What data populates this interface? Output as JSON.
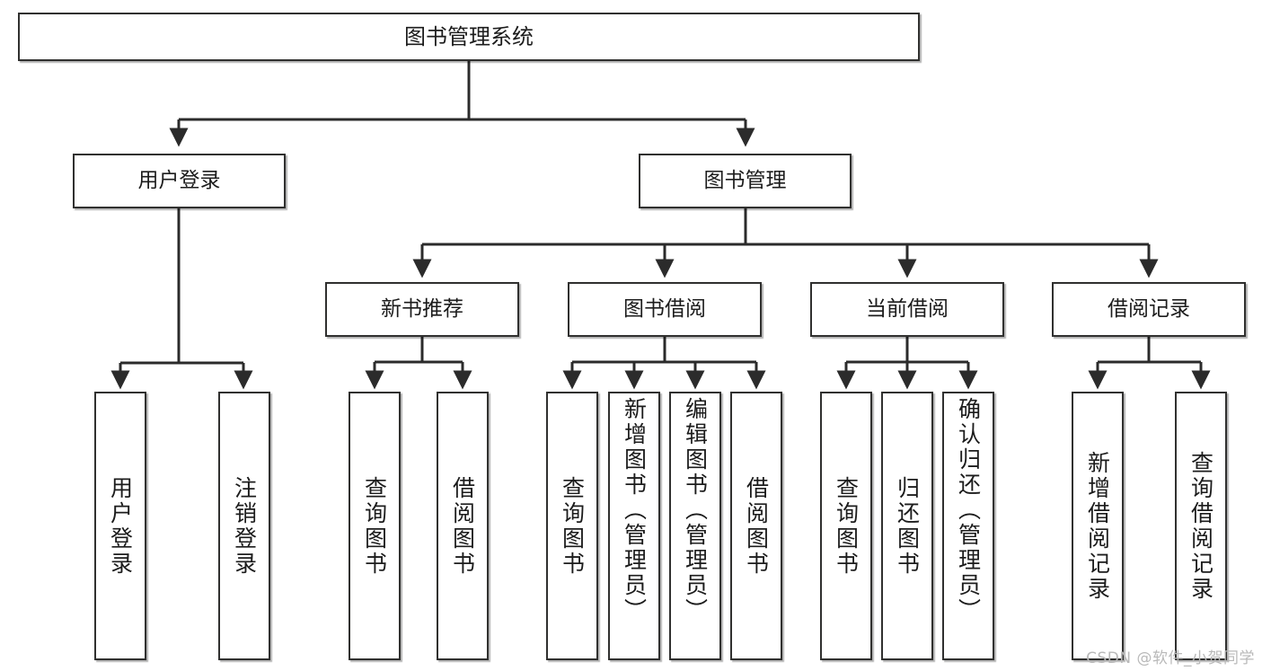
{
  "diagram": {
    "title": "图书管理系统",
    "type": "tree",
    "root": {
      "label": "图书管理系统"
    },
    "level2": [
      {
        "label": "用户登录"
      },
      {
        "label": "图书管理"
      }
    ],
    "level3": [
      {
        "label": "新书推荐"
      },
      {
        "label": "图书借阅"
      },
      {
        "label": "当前借阅"
      },
      {
        "label": "借阅记录"
      }
    ],
    "leaves": {
      "user_login": [
        {
          "label": "用户登录"
        },
        {
          "label": "注销登录"
        }
      ],
      "new_book_recommend": [
        {
          "label": "查询图书"
        },
        {
          "label": "借阅图书"
        }
      ],
      "book_borrow": [
        {
          "label": "查询图书"
        },
        {
          "label": "新增图书（管理员）"
        },
        {
          "label": "编辑图书（管理员）"
        },
        {
          "label": "借阅图书"
        }
      ],
      "current_borrow": [
        {
          "label": "查询图书"
        },
        {
          "label": "归还图书"
        },
        {
          "label": "确认归还（管理员）"
        }
      ],
      "borrow_record": [
        {
          "label": "新增借阅记录"
        },
        {
          "label": "查询借阅记录"
        }
      ]
    }
  },
  "watermark": {
    "text": "CSDN @软件_小贺同学"
  },
  "colors": {
    "box_border": "#30302f",
    "box_fill": "#ffffff",
    "connector": "#2b2b2b",
    "text": "#1c1c1c",
    "watermark": "#b9b9b9"
  }
}
